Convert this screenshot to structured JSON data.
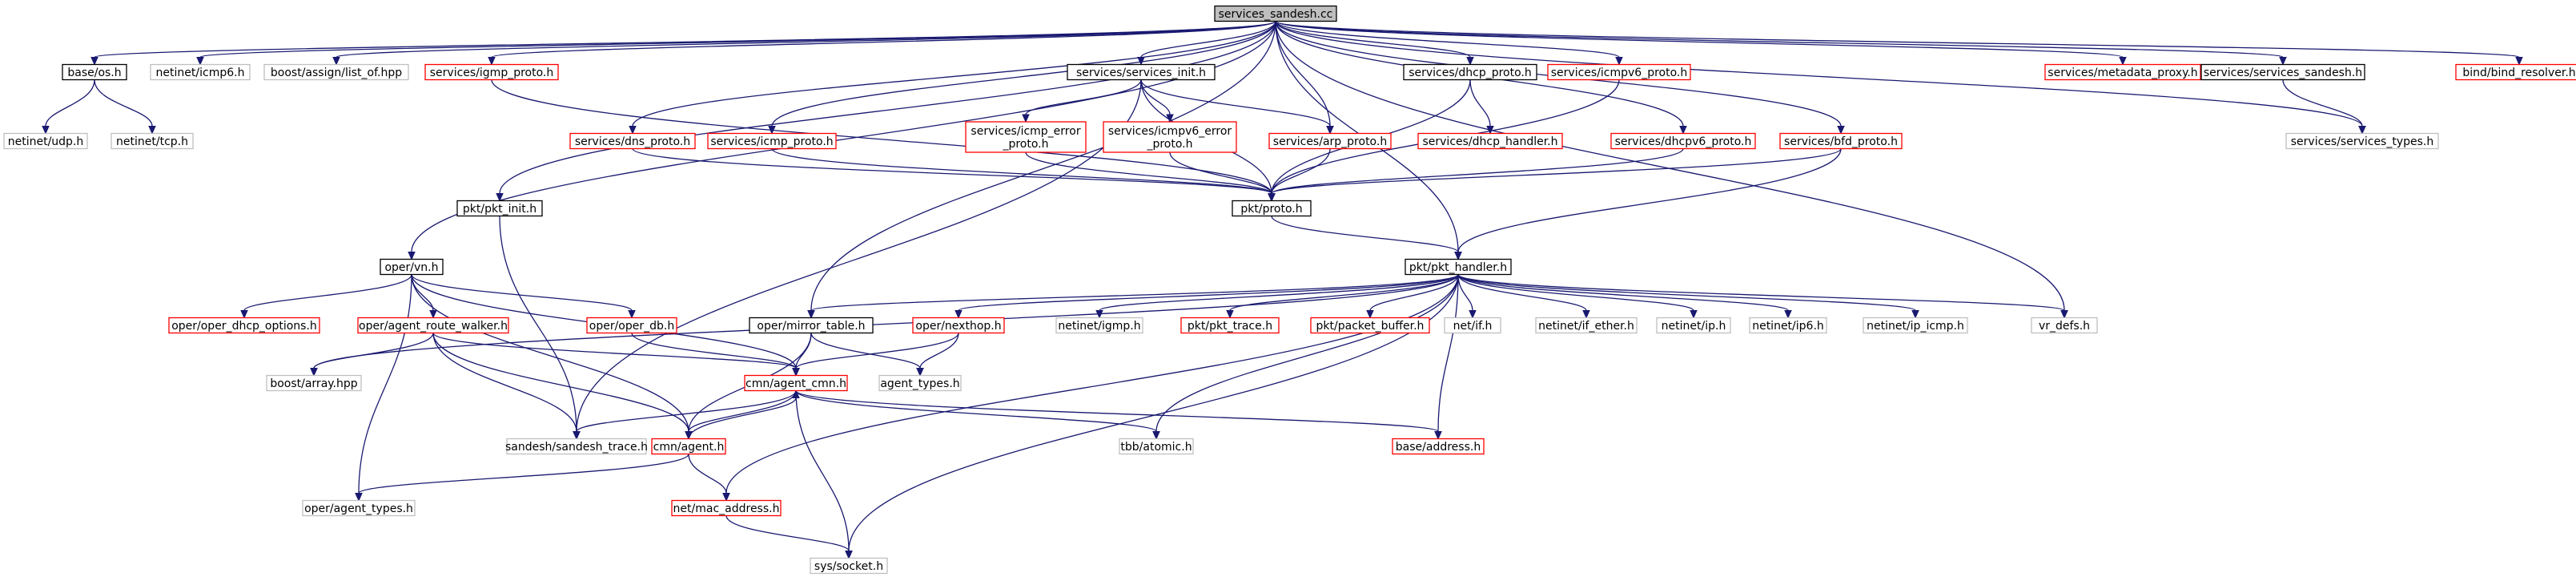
{
  "diagram": {
    "colors": {
      "edge": "#191970",
      "focus_fill": "#bfbfbf",
      "border_black": "#000000",
      "border_red": "#ff0000",
      "border_grey": "#bfbfbf"
    },
    "nodes": [
      {
        "id": "sandesh",
        "label": "services_sandesh.cc",
        "style": "focus"
      },
      {
        "id": "base_os",
        "label": "base/os.h",
        "style": "black"
      },
      {
        "id": "icmp6",
        "label": "netinet/icmp6.h",
        "style": "grey"
      },
      {
        "id": "list_of",
        "label": "boost/assign/list_of.hpp",
        "style": "grey"
      },
      {
        "id": "igmp_proto",
        "label": "services/igmp_proto.h",
        "style": "red"
      },
      {
        "id": "services_init",
        "label": "services/services_init.h",
        "style": "black"
      },
      {
        "id": "dhcp_proto",
        "label": "services/dhcp_proto.h",
        "style": "black"
      },
      {
        "id": "icmpv6_proto",
        "label": "services/icmpv6_proto.h",
        "style": "red"
      },
      {
        "id": "metadata_proxy",
        "label": "services/metadata_proxy.h",
        "style": "red"
      },
      {
        "id": "services_sandesh_h",
        "label": "services/services_sandesh.h",
        "style": "black"
      },
      {
        "id": "bind_resolver",
        "label": "bind/bind_resolver.h",
        "style": "red"
      },
      {
        "id": "udp",
        "label": "netinet/udp.h",
        "style": "grey"
      },
      {
        "id": "tcp",
        "label": "netinet/tcp.h",
        "style": "grey"
      },
      {
        "id": "dns_proto",
        "label": "services/dns_proto.h",
        "style": "red"
      },
      {
        "id": "icmp_proto",
        "label": "services/icmp_proto.h",
        "style": "red"
      },
      {
        "id": "icmp_error",
        "label": "services/icmp_error\n_proto.h",
        "style": "red"
      },
      {
        "id": "icmpv6_error",
        "label": "services/icmpv6_error\n_proto.h",
        "style": "red"
      },
      {
        "id": "arp_proto",
        "label": "services/arp_proto.h",
        "style": "red"
      },
      {
        "id": "dhcp_handler",
        "label": "services/dhcp_handler.h",
        "style": "red"
      },
      {
        "id": "dhcpv6_proto",
        "label": "services/dhcpv6_proto.h",
        "style": "red"
      },
      {
        "id": "bfd_proto",
        "label": "services/bfd_proto.h",
        "style": "red"
      },
      {
        "id": "services_types",
        "label": "services/services_types.h",
        "style": "grey"
      },
      {
        "id": "pkt_init",
        "label": "pkt/pkt_init.h",
        "style": "black"
      },
      {
        "id": "pkt_proto",
        "label": "pkt/proto.h",
        "style": "black"
      },
      {
        "id": "oper_vn",
        "label": "oper/vn.h",
        "style": "black"
      },
      {
        "id": "pkt_handler",
        "label": "pkt/pkt_handler.h",
        "style": "black"
      },
      {
        "id": "oper_dhcp",
        "label": "oper/oper_dhcp_options.h",
        "style": "red"
      },
      {
        "id": "route_walker",
        "label": "oper/agent_route_walker.h",
        "style": "red"
      },
      {
        "id": "oper_db",
        "label": "oper/oper_db.h",
        "style": "red"
      },
      {
        "id": "mirror_table",
        "label": "oper/mirror_table.h",
        "style": "black"
      },
      {
        "id": "nexthop",
        "label": "oper/nexthop.h",
        "style": "red"
      },
      {
        "id": "igmp",
        "label": "netinet/igmp.h",
        "style": "grey"
      },
      {
        "id": "pkt_trace",
        "label": "pkt/pkt_trace.h",
        "style": "red"
      },
      {
        "id": "packet_buffer",
        "label": "pkt/packet_buffer.h",
        "style": "red"
      },
      {
        "id": "net_if",
        "label": "net/if.h",
        "style": "grey"
      },
      {
        "id": "if_ether",
        "label": "netinet/if_ether.h",
        "style": "grey"
      },
      {
        "id": "ip",
        "label": "netinet/ip.h",
        "style": "grey"
      },
      {
        "id": "ip6",
        "label": "netinet/ip6.h",
        "style": "grey"
      },
      {
        "id": "ip_icmp",
        "label": "netinet/ip_icmp.h",
        "style": "grey"
      },
      {
        "id": "vr_defs",
        "label": "vr_defs.h",
        "style": "grey"
      },
      {
        "id": "boost_array",
        "label": "boost/array.hpp",
        "style": "grey"
      },
      {
        "id": "agent_cmn",
        "label": "cmn/agent_cmn.h",
        "style": "red"
      },
      {
        "id": "agent_types",
        "label": "agent_types.h",
        "style": "grey"
      },
      {
        "id": "sandesh_trace",
        "label": "sandesh/sandesh_trace.h",
        "style": "grey"
      },
      {
        "id": "cmn_agent",
        "label": "cmn/agent.h",
        "style": "red"
      },
      {
        "id": "tbb_atomic",
        "label": "tbb/atomic.h",
        "style": "grey"
      },
      {
        "id": "base_address",
        "label": "base/address.h",
        "style": "red"
      },
      {
        "id": "oper_agent_types",
        "label": "oper/agent_types.h",
        "style": "grey"
      },
      {
        "id": "mac_address",
        "label": "net/mac_address.h",
        "style": "red"
      },
      {
        "id": "socket",
        "label": "sys/socket.h",
        "style": "grey"
      }
    ],
    "edges": [
      [
        "sandesh",
        "base_os"
      ],
      [
        "sandesh",
        "icmp6"
      ],
      [
        "sandesh",
        "list_of"
      ],
      [
        "sandesh",
        "igmp_proto"
      ],
      [
        "sandesh",
        "services_init"
      ],
      [
        "sandesh",
        "dhcp_proto"
      ],
      [
        "sandesh",
        "icmpv6_proto"
      ],
      [
        "sandesh",
        "metadata_proxy"
      ],
      [
        "sandesh",
        "services_sandesh_h"
      ],
      [
        "sandesh",
        "bind_resolver"
      ],
      [
        "sandesh",
        "dns_proto"
      ],
      [
        "sandesh",
        "icmp_proto"
      ],
      [
        "sandesh",
        "arp_proto"
      ],
      [
        "sandesh",
        "dhcpv6_proto"
      ],
      [
        "sandesh",
        "bfd_proto"
      ],
      [
        "sandesh",
        "services_types"
      ],
      [
        "sandesh",
        "pkt_init"
      ],
      [
        "sandesh",
        "oper_vn"
      ],
      [
        "sandesh",
        "mirror_table"
      ],
      [
        "sandesh",
        "pkt_handler"
      ],
      [
        "sandesh",
        "vr_defs"
      ],
      [
        "base_os",
        "udp"
      ],
      [
        "base_os",
        "tcp"
      ],
      [
        "igmp_proto",
        "pkt_proto"
      ],
      [
        "services_init",
        "icmp_error"
      ],
      [
        "services_init",
        "icmpv6_error"
      ],
      [
        "services_init",
        "arp_proto"
      ],
      [
        "services_init",
        "pkt_proto"
      ],
      [
        "services_init",
        "sandesh_trace"
      ],
      [
        "dhcp_proto",
        "dhcp_handler"
      ],
      [
        "dhcp_proto",
        "pkt_proto"
      ],
      [
        "icmpv6_proto",
        "pkt_proto"
      ],
      [
        "services_sandesh_h",
        "services_types"
      ],
      [
        "dns_proto",
        "pkt_proto"
      ],
      [
        "icmp_proto",
        "pkt_proto"
      ],
      [
        "icmp_error",
        "pkt_proto"
      ],
      [
        "icmpv6_error",
        "pkt_proto"
      ],
      [
        "arp_proto",
        "pkt_proto"
      ],
      [
        "dhcpv6_proto",
        "pkt_proto"
      ],
      [
        "bfd_proto",
        "pkt_proto"
      ],
      [
        "bfd_proto",
        "pkt_handler"
      ],
      [
        "pkt_proto",
        "pkt_handler"
      ],
      [
        "pkt_init",
        "sandesh_trace"
      ],
      [
        "oper_vn",
        "oper_dhcp"
      ],
      [
        "oper_vn",
        "route_walker"
      ],
      [
        "oper_vn",
        "oper_db"
      ],
      [
        "oper_vn",
        "agent_cmn"
      ],
      [
        "oper_vn",
        "cmn_agent"
      ],
      [
        "oper_vn",
        "oper_agent_types"
      ],
      [
        "pkt_handler",
        "mirror_table"
      ],
      [
        "pkt_handler",
        "nexthop"
      ],
      [
        "pkt_handler",
        "igmp"
      ],
      [
        "pkt_handler",
        "pkt_trace"
      ],
      [
        "pkt_handler",
        "packet_buffer"
      ],
      [
        "pkt_handler",
        "net_if"
      ],
      [
        "pkt_handler",
        "if_ether"
      ],
      [
        "pkt_handler",
        "ip"
      ],
      [
        "pkt_handler",
        "ip6"
      ],
      [
        "pkt_handler",
        "ip_icmp"
      ],
      [
        "pkt_handler",
        "vr_defs"
      ],
      [
        "pkt_handler",
        "boost_array"
      ],
      [
        "pkt_handler",
        "tbb_atomic"
      ],
      [
        "pkt_handler",
        "base_address"
      ],
      [
        "pkt_handler",
        "mac_address"
      ],
      [
        "pkt_handler",
        "socket"
      ],
      [
        "route_walker",
        "boost_array"
      ],
      [
        "route_walker",
        "agent_cmn"
      ],
      [
        "route_walker",
        "sandesh_trace"
      ],
      [
        "route_walker",
        "cmn_agent"
      ],
      [
        "oper_db",
        "agent_cmn"
      ],
      [
        "mirror_table",
        "agent_cmn"
      ],
      [
        "mirror_table",
        "agent_types"
      ],
      [
        "mirror_table",
        "cmn_agent"
      ],
      [
        "nexthop",
        "agent_cmn"
      ],
      [
        "nexthop",
        "agent_types"
      ],
      [
        "agent_cmn",
        "sandesh_trace"
      ],
      [
        "agent_cmn",
        "cmn_agent"
      ],
      [
        "agent_cmn",
        "tbb_atomic"
      ],
      [
        "agent_cmn",
        "base_address"
      ],
      [
        "agent_cmn",
        "socket"
      ],
      [
        "cmn_agent",
        "agent_cmn"
      ],
      [
        "cmn_agent",
        "oper_agent_types"
      ],
      [
        "cmn_agent",
        "mac_address"
      ],
      [
        "mac_address",
        "socket"
      ]
    ]
  }
}
